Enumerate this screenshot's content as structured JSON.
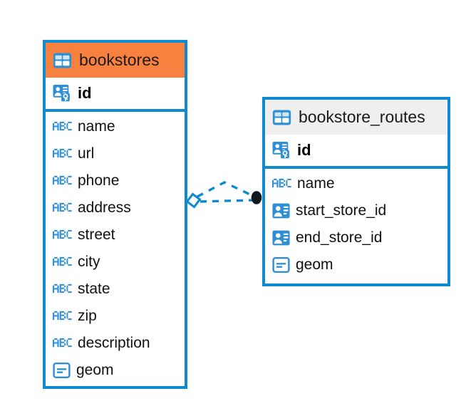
{
  "diagram": {
    "type": "entity-relationship-diagram",
    "colors": {
      "border_blue": "#0d8ad1",
      "header_orange": "#f9813f",
      "header_grey": "#efefef",
      "icon_blue": "#2e8fd4",
      "connector_blue": "#0d8ad1",
      "connector_endpoint": "#101820",
      "text": "#111111",
      "background": "#ffffff"
    },
    "entities": [
      {
        "name": "bookstores",
        "header_icon": "table-icon",
        "header_style": "orange",
        "primary_key": {
          "label": "id",
          "icon": "primary-key-icon"
        },
        "fields": [
          {
            "label": "name",
            "icon": "abc-text-icon"
          },
          {
            "label": "url",
            "icon": "abc-text-icon"
          },
          {
            "label": "phone",
            "icon": "abc-text-icon"
          },
          {
            "label": "address",
            "icon": "abc-text-icon"
          },
          {
            "label": "street",
            "icon": "abc-text-icon"
          },
          {
            "label": "city",
            "icon": "abc-text-icon"
          },
          {
            "label": "state",
            "icon": "abc-text-icon"
          },
          {
            "label": "zip",
            "icon": "abc-text-icon"
          },
          {
            "label": "description",
            "icon": "abc-text-icon"
          },
          {
            "label": "geom",
            "icon": "geometry-icon"
          }
        ]
      },
      {
        "name": "bookstore_routes",
        "header_icon": "table-icon",
        "header_style": "grey",
        "primary_key": {
          "label": "id",
          "icon": "primary-key-icon"
        },
        "fields": [
          {
            "label": "name",
            "icon": "abc-text-icon"
          },
          {
            "label": "start_store_id",
            "icon": "foreign-key-icon"
          },
          {
            "label": "end_store_id",
            "icon": "foreign-key-icon"
          },
          {
            "label": "geom",
            "icon": "geometry-icon"
          }
        ]
      }
    ],
    "relationship": {
      "from_entity": "bookstores",
      "to_entity": "bookstore_routes",
      "line_style": "dashed",
      "source_marker": "diamond-marker",
      "target_marker": "filled-circle-marker"
    }
  }
}
